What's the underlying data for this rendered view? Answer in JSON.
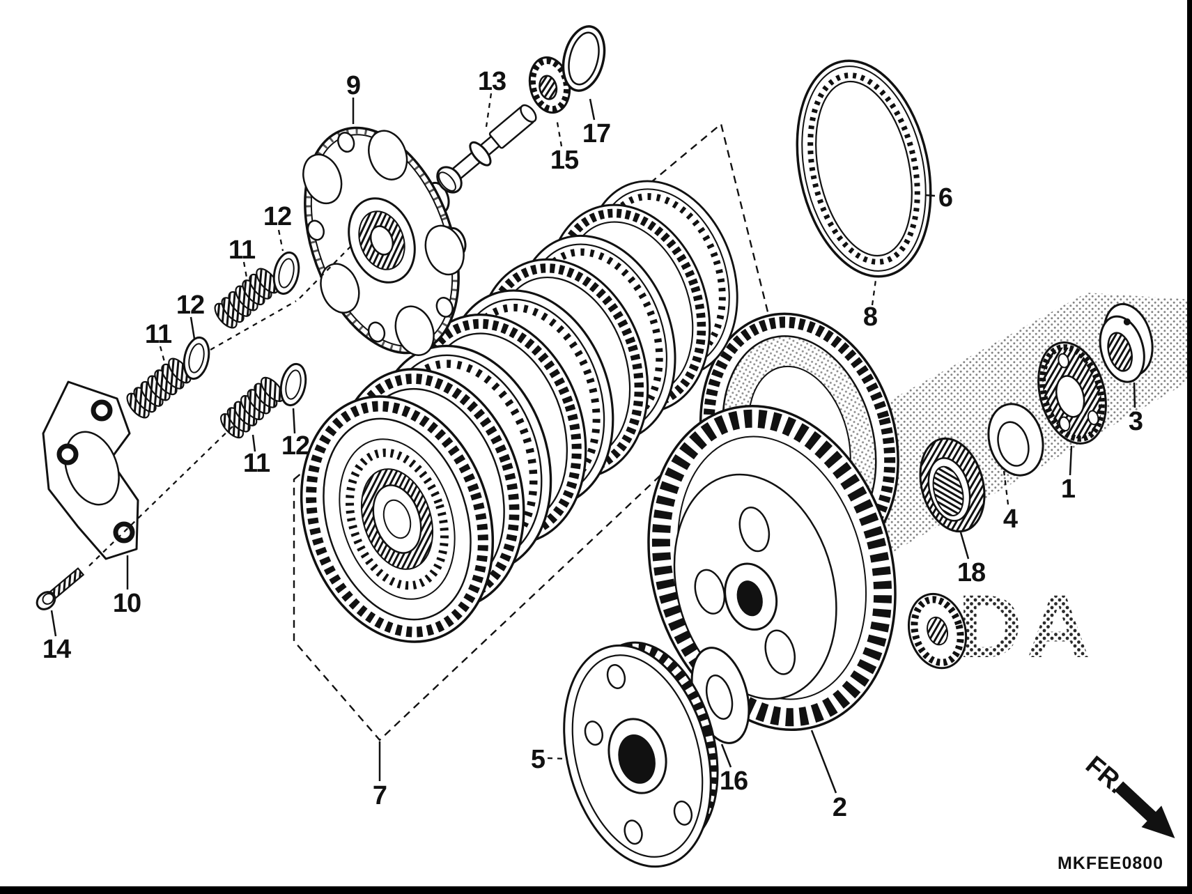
{
  "diagram": {
    "code": "MKFEE0800",
    "direction_label": "FR.",
    "watermark": "DA",
    "colors": {
      "ink": "#111111",
      "background": "#ffffff"
    },
    "callouts": [
      {
        "label": "1"
      },
      {
        "label": "2"
      },
      {
        "label": "3"
      },
      {
        "label": "4"
      },
      {
        "label": "5"
      },
      {
        "label": "6"
      },
      {
        "label": "7"
      },
      {
        "label": "8"
      },
      {
        "label": "9"
      },
      {
        "label": "10"
      },
      {
        "label": "11"
      },
      {
        "label": "11"
      },
      {
        "label": "11"
      },
      {
        "label": "12"
      },
      {
        "label": "12"
      },
      {
        "label": "12"
      },
      {
        "label": "13"
      },
      {
        "label": "14"
      },
      {
        "label": "15"
      },
      {
        "label": "16"
      },
      {
        "label": "17"
      },
      {
        "label": "18"
      }
    ]
  }
}
